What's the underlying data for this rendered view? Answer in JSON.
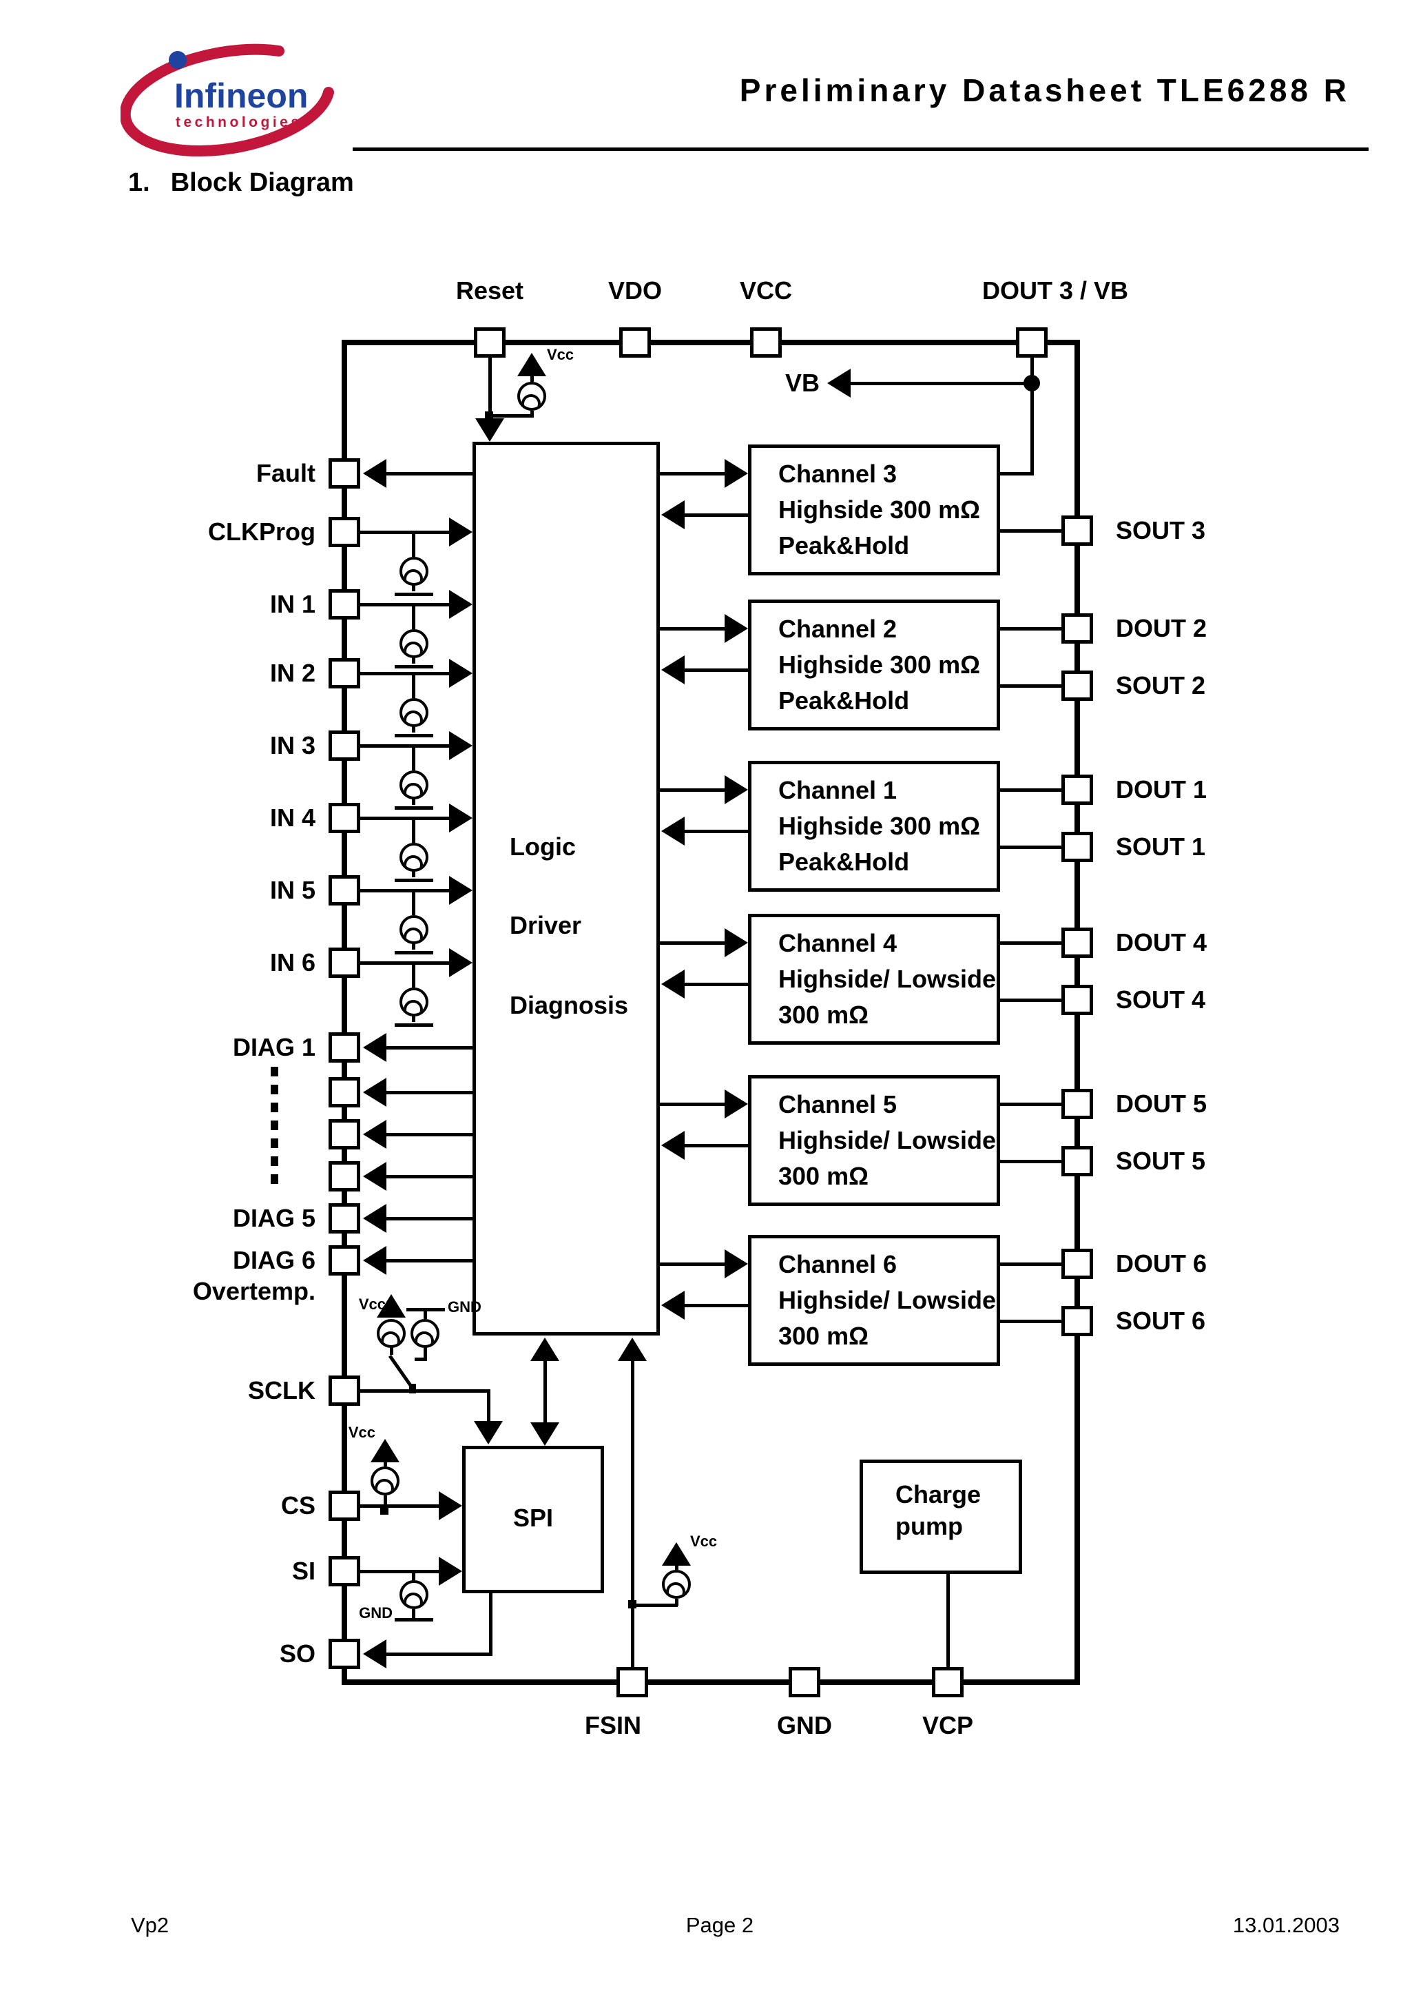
{
  "colors": {
    "infineon_red": "#C2163A",
    "infineon_blue": "#1E44A0"
  },
  "header": {
    "title": "Preliminary Datasheet TLE6288 R",
    "logo": {
      "brand": "Infineon",
      "sub": "technologies"
    }
  },
  "heading": {
    "number": "1.",
    "text": "Block Diagram"
  },
  "labels": {
    "vcc": "Vcc",
    "gnd": "GND",
    "vb": "VB",
    "overtemp": "Overtemp."
  },
  "blocks": {
    "logic": {
      "lines": [
        "Logic",
        "Driver",
        "Diagnosis"
      ]
    },
    "spi": {
      "label": "SPI"
    },
    "charge_pump": {
      "lines": [
        "Charge",
        "pump"
      ]
    }
  },
  "channels": [
    {
      "lines": [
        "Channel 3",
        "Highside 300 mΩ",
        "Peak&Hold"
      ]
    },
    {
      "lines": [
        "Channel 2",
        "Highside 300 mΩ",
        "Peak&Hold"
      ]
    },
    {
      "lines": [
        "Channel 1",
        "Highside 300 mΩ",
        "Peak&Hold"
      ]
    },
    {
      "lines": [
        "Channel 4",
        "Highside/ Lowside",
        "300 mΩ"
      ]
    },
    {
      "lines": [
        "Channel 5",
        "Highside/ Lowside",
        "300 mΩ"
      ]
    },
    {
      "lines": [
        "Channel 6",
        "Highside/ Lowside",
        "300 mΩ"
      ]
    }
  ],
  "pins": {
    "top": [
      {
        "label": "Reset"
      },
      {
        "label": "VDO"
      },
      {
        "label": "VCC"
      },
      {
        "label": "DOUT 3 / VB"
      }
    ],
    "bottom": [
      {
        "label": "FSIN"
      },
      {
        "label": "GND"
      },
      {
        "label": "VCP"
      }
    ],
    "left": [
      {
        "label": "Fault"
      },
      {
        "label": "CLKProg"
      },
      {
        "label": "IN 1"
      },
      {
        "label": "IN 2"
      },
      {
        "label": "IN 3"
      },
      {
        "label": "IN 4"
      },
      {
        "label": "IN 5"
      },
      {
        "label": "IN 6"
      },
      {
        "label": "DIAG 1"
      },
      {
        "label": ""
      },
      {
        "label": ""
      },
      {
        "label": ""
      },
      {
        "label": "DIAG 5"
      },
      {
        "label": "DIAG 6"
      },
      {
        "label": "SCLK"
      },
      {
        "label": "CS"
      },
      {
        "label": "SI"
      },
      {
        "label": "SO"
      }
    ],
    "right": [
      {
        "label": "SOUT 3"
      },
      {
        "label": "DOUT 2"
      },
      {
        "label": "SOUT 2"
      },
      {
        "label": "DOUT 1"
      },
      {
        "label": "SOUT 1"
      },
      {
        "label": "DOUT 4"
      },
      {
        "label": "SOUT 4"
      },
      {
        "label": "DOUT 5"
      },
      {
        "label": "SOUT 5"
      },
      {
        "label": "DOUT 6"
      },
      {
        "label": "SOUT 6"
      }
    ]
  },
  "footer": {
    "left": "Vp2",
    "center": "Page 2",
    "right": "13.01.2003"
  }
}
